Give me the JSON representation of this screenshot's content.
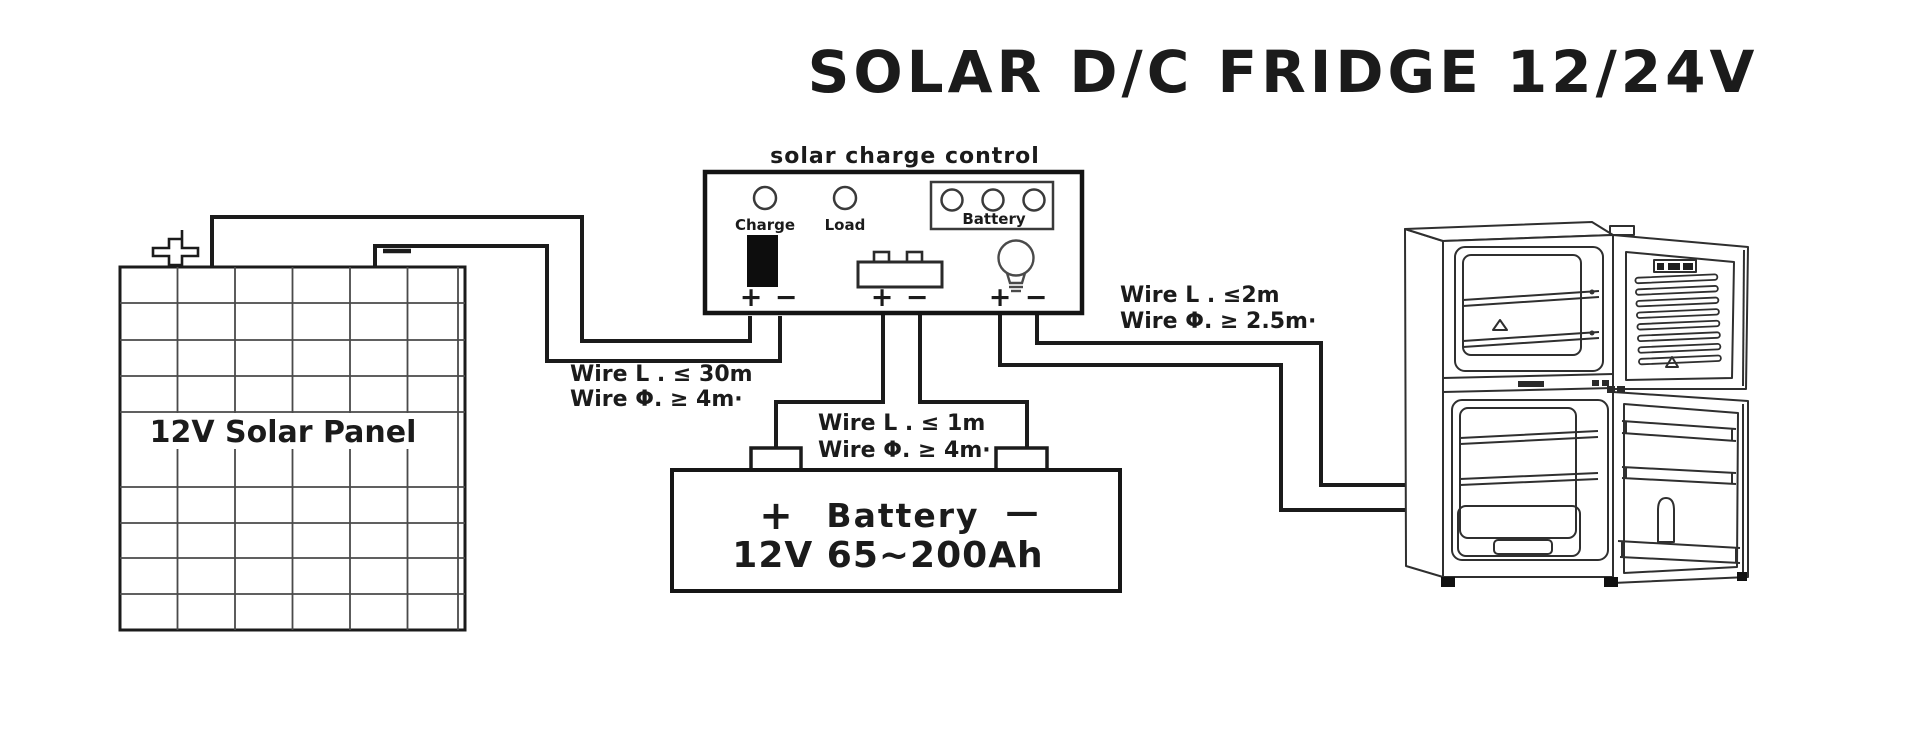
{
  "title": "SOLAR D/C FRIDGE 12/24V",
  "symbols": {
    "plus": "+",
    "minus": "−"
  },
  "solar_panel": {
    "label": "12V Solar Panel"
  },
  "controller": {
    "title": "solar charge control",
    "charge_led_label": "Charge",
    "load_led_label": "Load",
    "battery_indicator_label": "Battery"
  },
  "battery": {
    "plus": "+",
    "name": "Battery",
    "minus": "—",
    "spec": "12V 65~200Ah"
  },
  "wires": {
    "panel_to_controller": {
      "line1": "Wire L . ≤ 30m",
      "line2": "Wire Φ. ≥ 4m·"
    },
    "controller_to_battery": {
      "line1": "Wire L . ≤ 1m",
      "line2": "Wire Φ. ≥ 4m·"
    },
    "controller_to_fridge": {
      "line1": "Wire L . ≤2m",
      "line2": "Wire Φ. ≥ 2.5m·"
    }
  },
  "colors": {
    "line": "#1b1b1b",
    "grid": "#4a4a4a",
    "background": "#ffffff"
  }
}
